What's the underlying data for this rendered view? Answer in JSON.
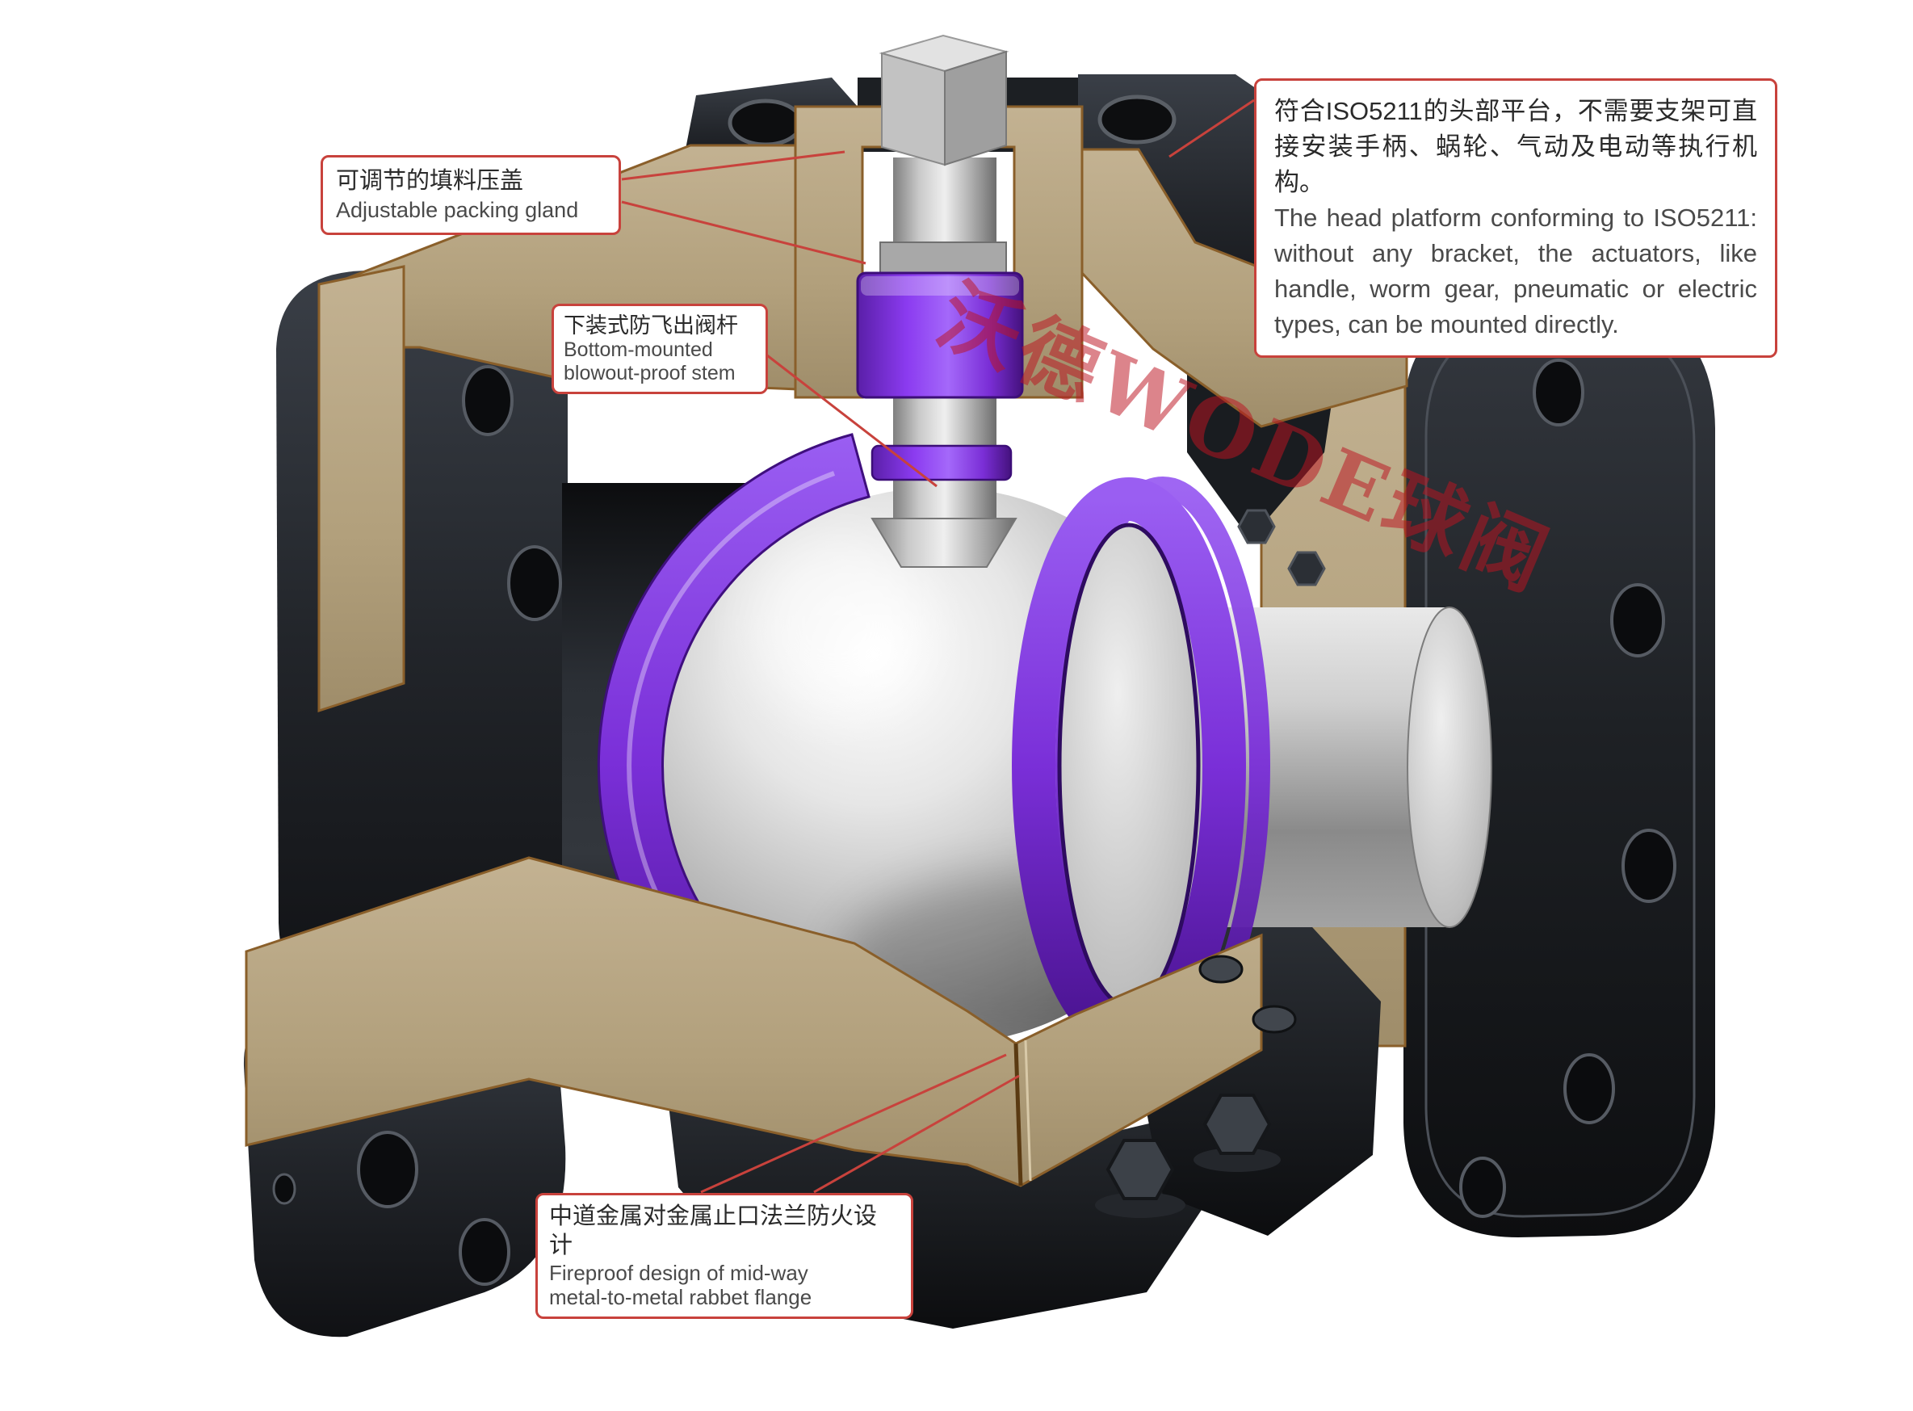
{
  "diagram": {
    "type": "technical-callout-diagram",
    "subject": "cutaway flanged ball valve",
    "watermark": "沃德WODE球阀",
    "callouts": {
      "packing_gland": {
        "zh": "可调节的填料压盖",
        "en": "Adjustable packing gland"
      },
      "blowout_proof_stem": {
        "zh": "下装式防飞出阀杆",
        "en1": "Bottom-mounted",
        "en2": "blowout-proof stem"
      },
      "iso5211_platform": {
        "zh": "符合ISO5211的头部平台，不需要支架可直接安装手柄、蜗轮、气动及电动等执行机构。",
        "en": "The head platform conforming to ISO5211: without any bracket, the actuators, like handle, worm gear, pneumatic or electric types, can be mounted directly."
      },
      "fireproof_flange": {
        "zh": "中道金属对金属止口法兰防火设计",
        "en1": "Fireproof design of mid-way",
        "en2": "metal-to-metal rabbet flange"
      }
    },
    "colors": {
      "callout_border": "#c8423c",
      "leader_line": "#c8423c",
      "watermark_red": "#bc1420",
      "body_dark": "#1a1c20",
      "section_tan": "#b7a683",
      "seal_purple": "#7a2fd8",
      "metal_silver": "#d9d9d9"
    }
  }
}
